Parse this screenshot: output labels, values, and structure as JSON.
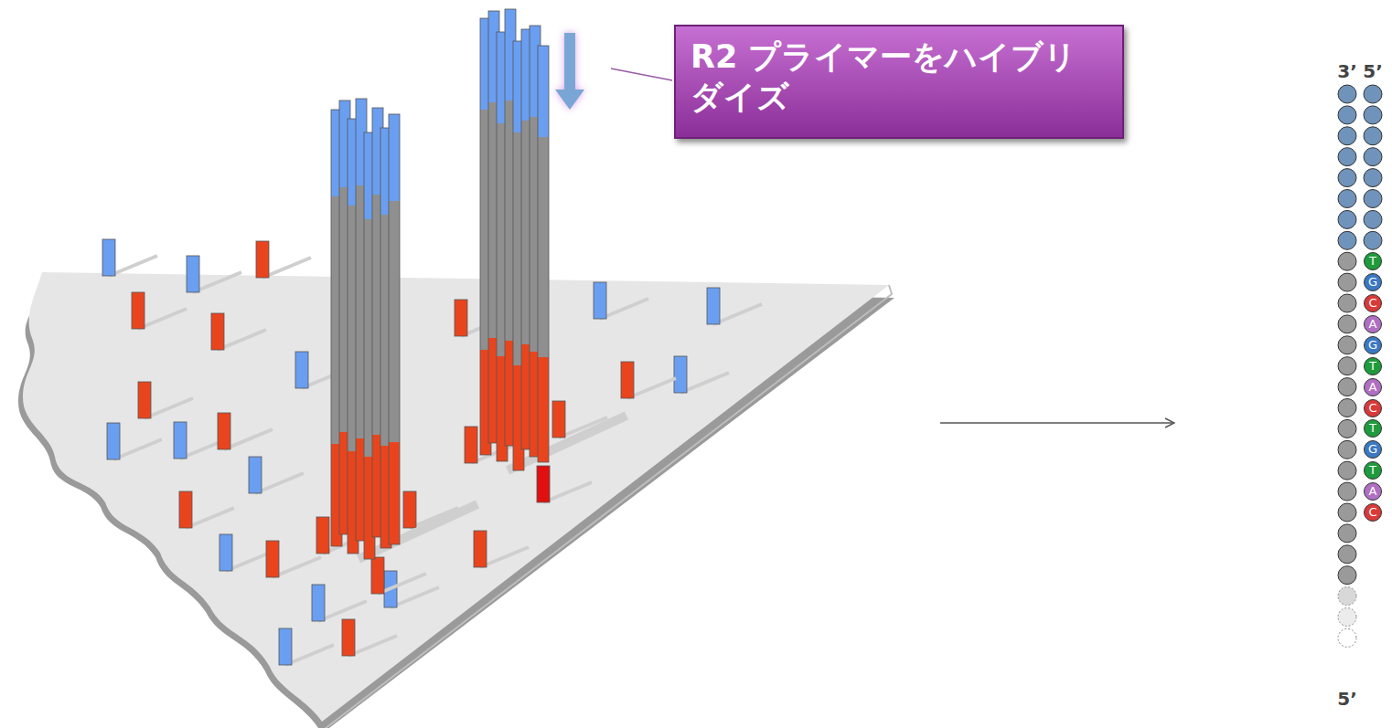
{
  "diagram": {
    "nodes": [
      {
        "text": [
          "R2 プライマーをハイブリダイズ"
        ]
      }
    ],
    "labels": [
      "3’",
      "5’",
      "T",
      "G",
      "C",
      "A",
      "G",
      "T",
      "A",
      "C",
      "T",
      "G",
      "T",
      "A",
      "C",
      "5’"
    ]
  }
}
